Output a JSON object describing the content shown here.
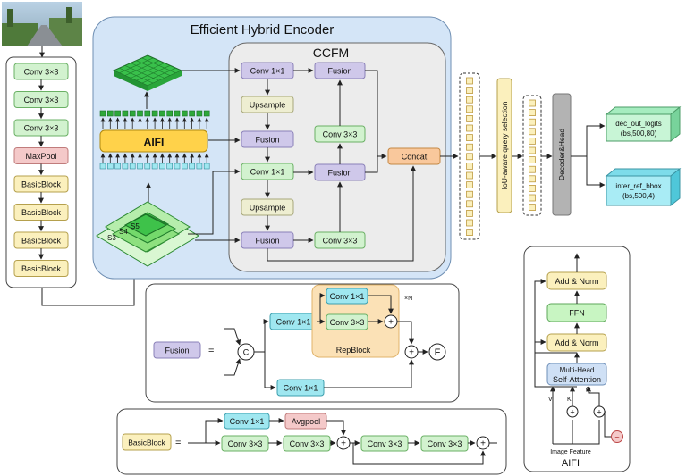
{
  "encoder": {
    "title": "Efficient Hybrid Encoder"
  },
  "ccfm": {
    "title": "CCFM"
  },
  "aifi_main": {
    "label": "AIFI"
  },
  "scales": {
    "s3": "S3",
    "s4": "S4",
    "s5": "S5"
  },
  "backbone": {
    "blocks": [
      "Conv 3×3",
      "Conv 3×3",
      "Conv 3×3",
      "MaxPool",
      "BasicBlock",
      "BasicBlock",
      "BasicBlock",
      "BasicBlock"
    ]
  },
  "ccfm_blocks": {
    "conv1": "Conv 1×1",
    "upsample1": "Upsample",
    "fusion1": "Fusion",
    "conv2": "Conv 1×1",
    "upsample2": "Upsample",
    "fusion2": "Fusion",
    "fusion_top": "Fusion",
    "conv3_top": "Conv 3×3",
    "fusion_mid": "Fusion",
    "conv3_bot": "Conv 3×3",
    "concat": "Concat"
  },
  "query": {
    "label": "IoU-aware query selection"
  },
  "decoder": {
    "label": "Decoder&Head"
  },
  "outputs": {
    "logits": {
      "line1": "dec_out_logits",
      "line2": "(bs,500,80)"
    },
    "bbox": {
      "line1": "inter_ref_bbox",
      "line2": "(bs,500,4)"
    }
  },
  "fusion_detail": {
    "fusion": "Fusion",
    "equals": "=",
    "c": "C",
    "conv_a": "Conv 1×1",
    "conv_b": "Conv 1×1",
    "rep_conv1": "Conv 1×1",
    "rep_conv3": "Conv 3×3",
    "plus": "+",
    "repblock": "RepBlock",
    "xn": "×N",
    "f": "F"
  },
  "basic_detail": {
    "basicblock": "BasicBlock",
    "equals": "=",
    "conv1": "Conv 1×1",
    "avgpool": "Avgpool",
    "conv3a": "Conv 3×3",
    "conv3b": "Conv 3×3",
    "conv3c": "Conv 3×3",
    "conv3d": "Conv 3×3",
    "plus": "+"
  },
  "aifi_detail": {
    "addnorm_top": "Add & Norm",
    "ffn": "FFN",
    "addnorm_bot": "Add & Norm",
    "mha1": "Multi-Head",
    "mha2": "Self-Attention",
    "v": "V",
    "k": "K",
    "q": "Q",
    "plus": "+",
    "pos": "~",
    "image_feature": "Image Feature",
    "title": "AIFI"
  },
  "colors": {
    "encoder_bg": "#d4e5f7",
    "ccfm_bg": "#ececec",
    "purple": "#cfc8ea",
    "green": "#d2f2cf",
    "cream": "#eeeed1",
    "yellow": "#fbf0bd",
    "pink": "#f4c9c9",
    "orange": "#f9c89c",
    "cyan": "#9fe7f0",
    "grey": "#b3b3b3",
    "aifi_yellow": "#ffd24a"
  }
}
